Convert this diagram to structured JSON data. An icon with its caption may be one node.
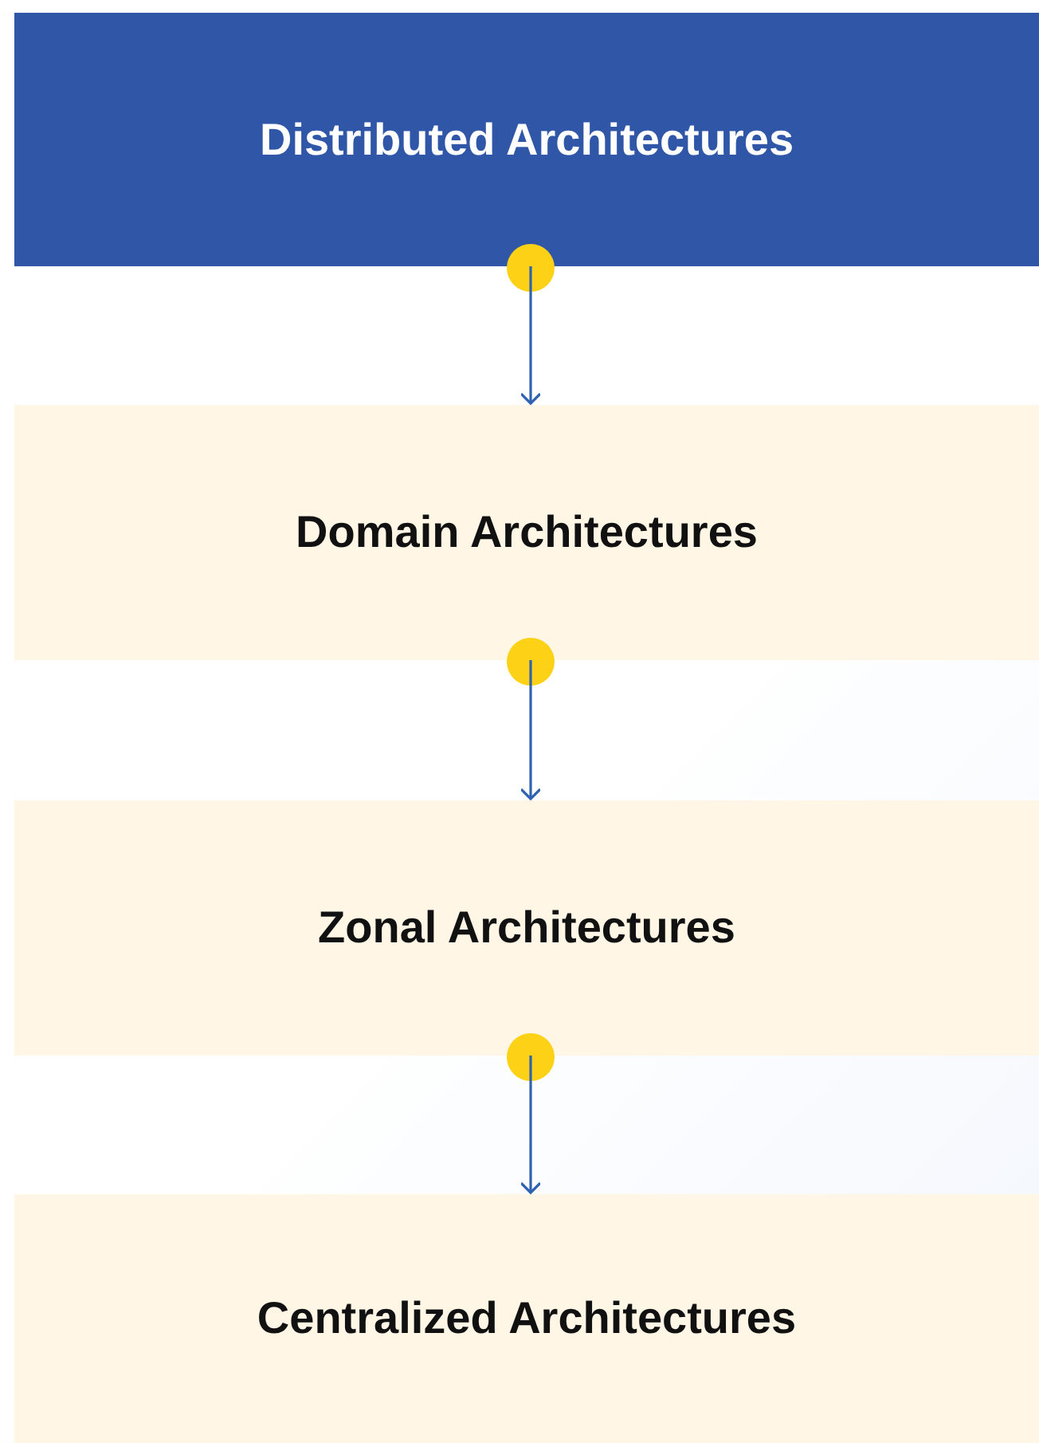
{
  "diagram": {
    "nodes": [
      {
        "text": [
          "Distributed Architectures"
        ]
      },
      {
        "text": [
          "Domain Architectures"
        ]
      },
      {
        "text": [
          "Zonal Architectures"
        ]
      },
      {
        "text": [
          "Centralized Architectures"
        ]
      }
    ],
    "edges": [
      {
        "from": 0,
        "to": 1,
        "arrow": "to"
      },
      {
        "from": 1,
        "to": 2,
        "arrow": "to"
      },
      {
        "from": 2,
        "to": 3,
        "arrow": "to"
      }
    ]
  }
}
